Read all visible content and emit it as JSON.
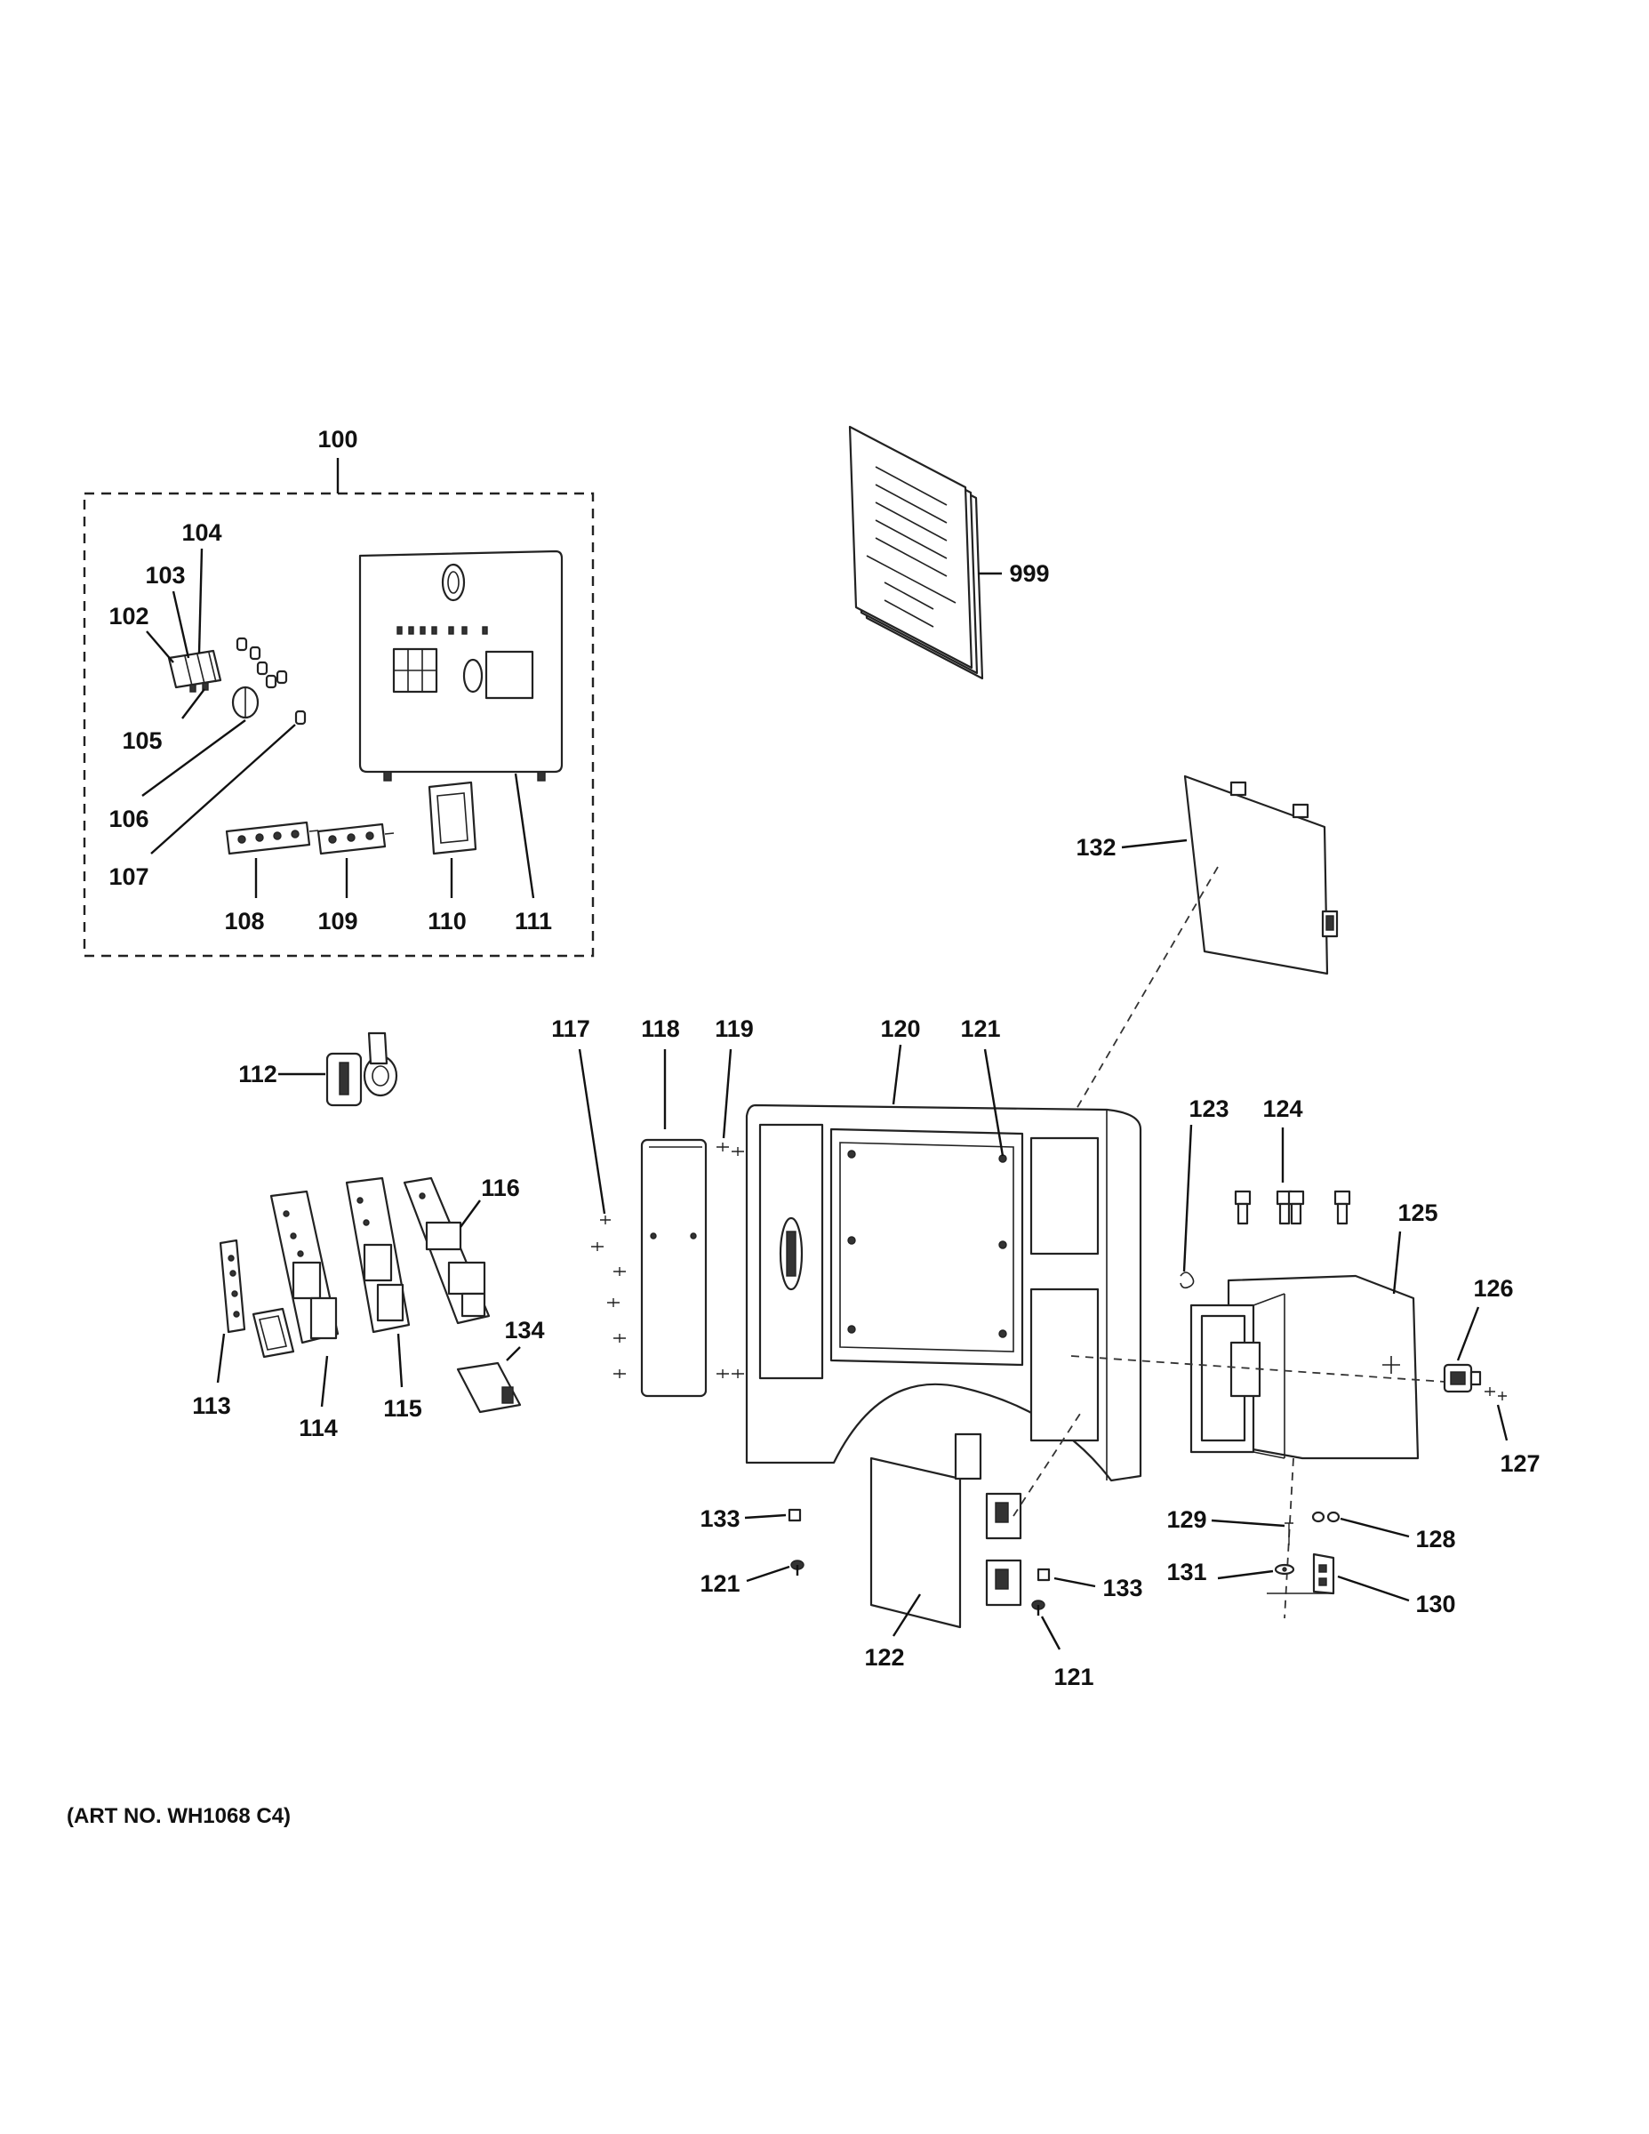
{
  "labels": {
    "p100": "100",
    "p102": "102",
    "p103": "103",
    "p104": "104",
    "p105": "105",
    "p106": "106",
    "p107": "107",
    "p108": "108",
    "p109": "109",
    "p110": "110",
    "p111": "111",
    "p112": "112",
    "p113": "113",
    "p114": "114",
    "p115": "115",
    "p116": "116",
    "p117": "117",
    "p118": "118",
    "p119": "119",
    "p120": "120",
    "p121": "121",
    "p122": "122",
    "p123": "123",
    "p124": "124",
    "p125": "125",
    "p126": "126",
    "p127": "127",
    "p128": "128",
    "p129": "129",
    "p130": "130",
    "p131": "131",
    "p132": "132",
    "p133": "133",
    "p134": "134",
    "p999": "999"
  },
  "art_number": "(ART NO. WH1068 C4)"
}
